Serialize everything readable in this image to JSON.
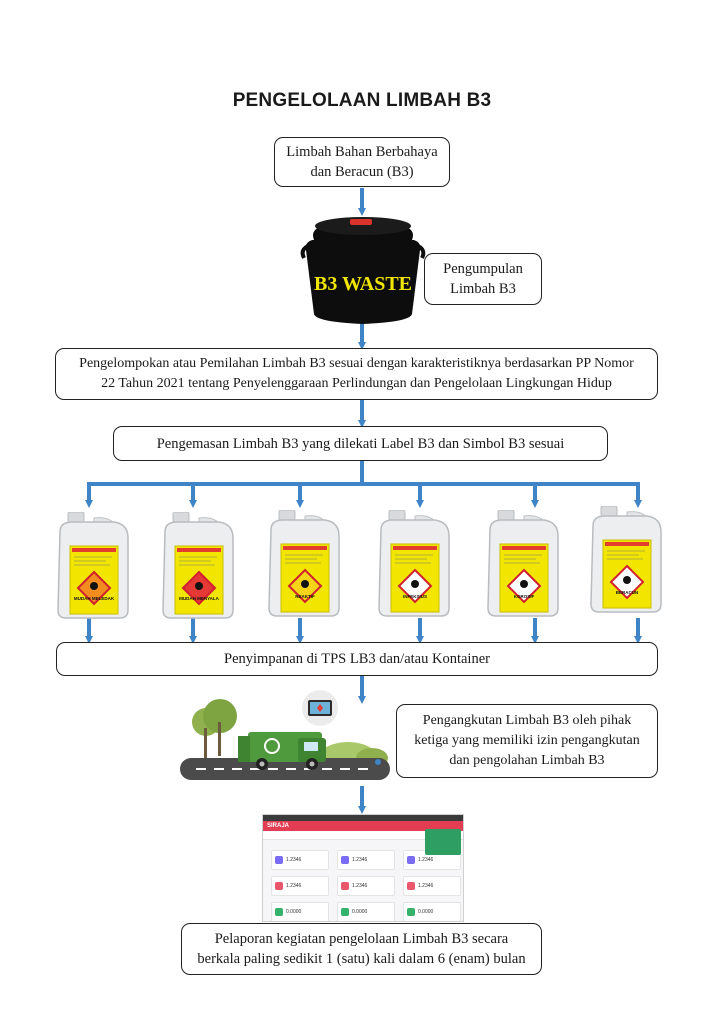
{
  "title": "PENGELOLAAN LIMBAH B3",
  "colors": {
    "arrow": "#3f84c6",
    "label_yellow": "#f2e600",
    "drum": "#0d0d0d"
  },
  "steps": {
    "source": {
      "line1": "Limbah Bahan Berbahaya",
      "line2": "dan Beracun (B3)"
    },
    "drum_label": "B3 WASTE",
    "collection": {
      "line1": "Pengumpulan",
      "line2": "Limbah B3"
    },
    "sorting": {
      "line1": "Pengelompokan atau Pemilahan Limbah B3 sesuai dengan karakteristiknya berdasarkan PP Nomor",
      "line2": "22 Tahun 2021 tentang Penyelenggaraan Perlindungan dan Pengelolaan Lingkungan Hidup"
    },
    "packaging": "Pengemasan Limbah B3 yang dilekati Label B3 dan Simbol B3 sesuai",
    "storage": "Penyimpanan di TPS LB3 dan/atau Kontainer",
    "transport": {
      "line1": "Pengangkutan Limbah B3 oleh pihak",
      "line2": "ketiga yang memiliki izin pengangkutan",
      "line3": "dan pengolahan Limbah B3"
    },
    "reporting": {
      "line1": "Pelaporan kegiatan pengelolaan Limbah B3 secara",
      "line2": "berkala paling sedikit 1 (satu) kali dalam 6 (enam) bulan"
    }
  },
  "containers": [
    {
      "symbol": "explosive-icon",
      "label": "MUDAH MELEDAK",
      "color": "#f28c1e"
    },
    {
      "symbol": "flame-icon",
      "label": "MUDAH MENYALA",
      "color": "#e53935"
    },
    {
      "symbol": "oxidizer-icon",
      "label": "REAKTIF",
      "color": "#f7d417"
    },
    {
      "symbol": "biohazard-icon",
      "label": "INFEKSIUS",
      "color": "#ffffff"
    },
    {
      "symbol": "corrosive-icon",
      "label": "KOROSIF",
      "color": "#ffffff"
    },
    {
      "symbol": "skull-icon",
      "label": "BERACUN",
      "color": "#ffffff"
    }
  ],
  "app": {
    "name": "SIRAJA",
    "metrics": [
      "1.2346",
      "1.2346",
      "1.2346",
      "1.2346",
      "1.2346",
      "1.2346",
      "0.0000",
      "0.0000",
      "0.0000"
    ]
  }
}
